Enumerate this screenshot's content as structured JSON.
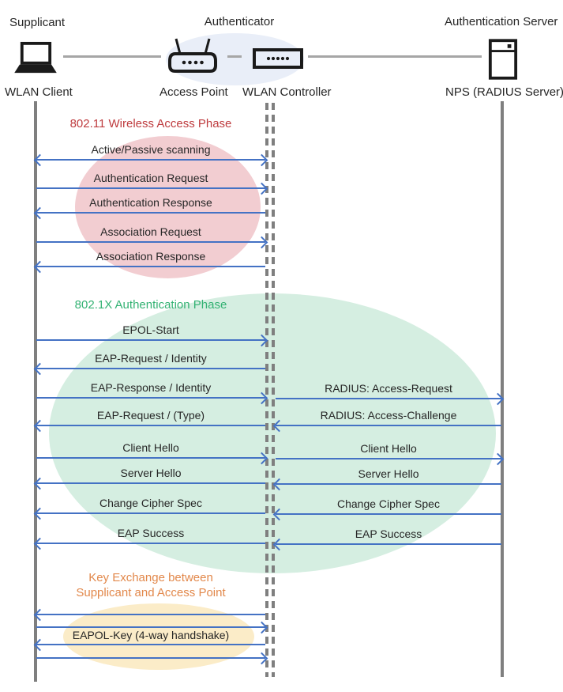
{
  "header": {
    "roles": {
      "supplicant": "Supplicant",
      "authenticator": "Authenticator",
      "auth_server": "Authentication Server"
    },
    "nodes": {
      "wlan_client": "WLAN Client",
      "access_point": "Access Point",
      "wlan_controller": "WLAN Controller",
      "nps": "NPS (RADIUS Server)"
    }
  },
  "phases": {
    "p1": {
      "title": "802.11 Wireless Access Phase",
      "color": "#BE3B3E"
    },
    "p2": {
      "title": "802.1X Authentication Phase",
      "color": "#33B273"
    },
    "p3": {
      "title_line1": "Key Exchange between",
      "title_line2": "Supplicant and Access Point",
      "color": "#E2884B"
    }
  },
  "messages": {
    "scanning": "Active/Passive scanning",
    "auth_request": "Authentication Request",
    "auth_response": "Authentication Response",
    "assoc_request": "Association Request",
    "assoc_response": "Association Response",
    "epol_start": "EPOL-Start",
    "eap_request_identity": "EAP-Request / Identity",
    "eap_response_identity": "EAP-Response / Identity",
    "eap_request_type": "EAP-Request / (Type)",
    "client_hello": "Client Hello",
    "server_hello": "Server Hello",
    "change_cipher_spec": "Change Cipher Spec",
    "eap_success": "EAP Success",
    "radius_access_request": "RADIUS: Access-Request",
    "radius_access_challenge": "RADIUS: Access-Challenge",
    "client_hello_radius": "Client Hello",
    "server_hello_radius": "Server Hello",
    "change_cipher_spec_radius": "Change Cipher Spec",
    "eap_success_radius": "EAP Success",
    "eapol_key": "EAPOL-Key (4-way handshake)"
  },
  "colors": {
    "arrow": "#4472C4",
    "lifeline": "#7F7F7F",
    "phase1_fill": "#F2CDD1",
    "phase2_fill": "#D5EEE1",
    "phase3_fill": "#FBECC8",
    "authenticator_group_fill": "#E9EEF8"
  }
}
